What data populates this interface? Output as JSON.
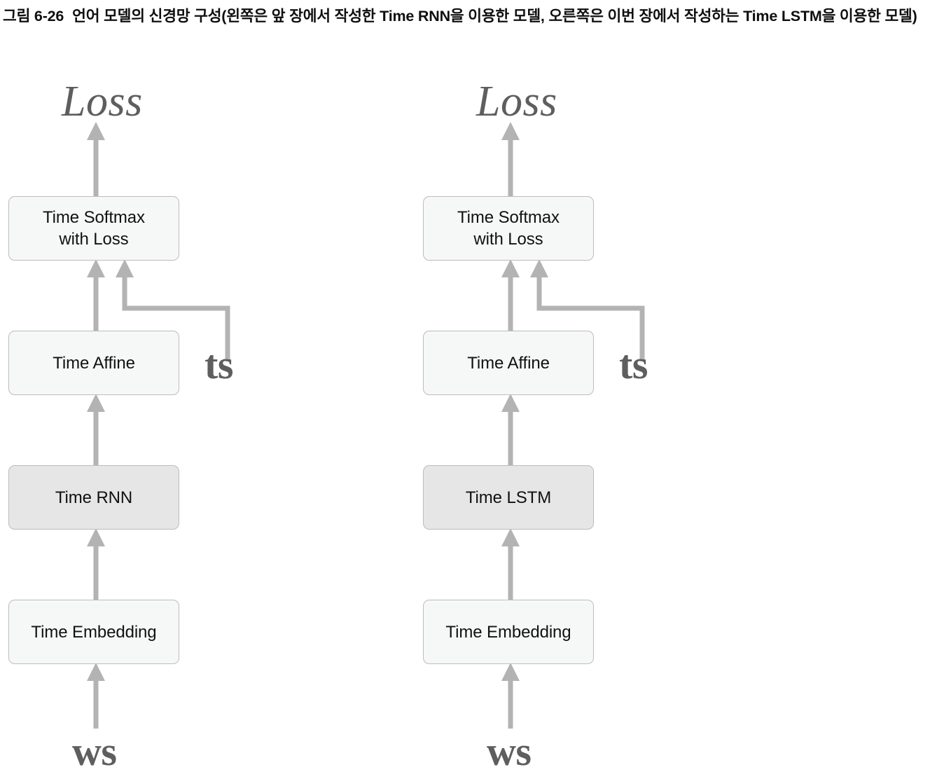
{
  "caption": {
    "figure_number": "그림 6-26",
    "text": "언어 모델의 신경망 구성(왼쪽은 앞 장에서 작성한 Time RNN을 이용한 모델, 오른쪽은 이번 장에서 작성하는 Time LSTM을 이용한 모델)"
  },
  "colors": {
    "arrow": "#b3b3b3",
    "box_border": "#bcbcbc",
    "box_fill_light": "#f6f8f7",
    "box_fill_dark": "#e6e6e6",
    "glyph_gray": "#5e5e5e",
    "text": "#111111",
    "background": "#ffffff"
  },
  "diagrams": [
    {
      "id": "left",
      "title": "Time RNN based language model",
      "top_label": "Loss",
      "side_label": "ts",
      "bottom_label": "ws",
      "layers": [
        {
          "label": "Time Softmax\nwith Loss",
          "line1": "Time Softmax",
          "line2": "with Loss",
          "style": "light"
        },
        {
          "label": "Time Affine",
          "line1": "Time Affine",
          "line2": "",
          "style": "light"
        },
        {
          "label": "Time RNN",
          "line1": "Time RNN",
          "line2": "",
          "style": "dark"
        },
        {
          "label": "Time Embedding",
          "line1": "Time Embedding",
          "line2": "",
          "style": "light"
        }
      ]
    },
    {
      "id": "right",
      "title": "Time LSTM based language model",
      "top_label": "Loss",
      "side_label": "ts",
      "bottom_label": "ws",
      "layers": [
        {
          "label": "Time Softmax\nwith Loss",
          "line1": "Time Softmax",
          "line2": "with Loss",
          "style": "light"
        },
        {
          "label": "Time Affine",
          "line1": "Time Affine",
          "line2": "",
          "style": "light"
        },
        {
          "label": "Time LSTM",
          "line1": "Time LSTM",
          "line2": "",
          "style": "dark"
        },
        {
          "label": "Time Embedding",
          "line1": "Time Embedding",
          "line2": "",
          "style": "light"
        }
      ]
    }
  ]
}
